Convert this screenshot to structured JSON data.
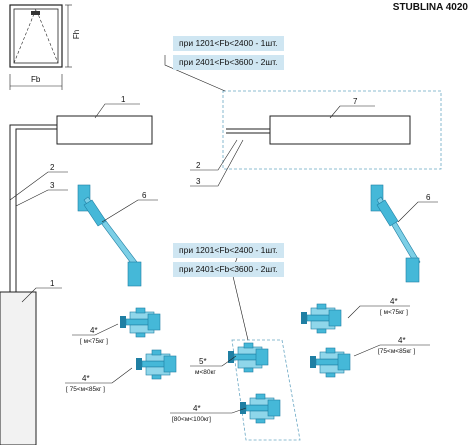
{
  "header": {
    "title": "STUBLINA 4020"
  },
  "window_sketch": {
    "width_label": "Fb",
    "height_label": "Fh"
  },
  "conditions_top": [
    "при 1201<Fb<2400 - 1шт.",
    "при 2401<Fb<3600 - 2шт."
  ],
  "conditions_mid": [
    "при 1201<Fb<2400 - 1шт.",
    "при 2401<Fb<3600 - 2шт."
  ],
  "callouts": {
    "c1_top": "1",
    "c7": "7",
    "c2_left": "2",
    "c3_left": "3",
    "c2_mid": "2",
    "c3_mid": "3",
    "c6_left": "6",
    "c6_right": "6",
    "c1_bottom": "1",
    "c4_left_a": "4*",
    "c4_left_a_range": "[ м<75кг ]",
    "c4_left_b": "4*",
    "c4_left_b_range": "[ 75<м<85кг ]",
    "c5": "5*",
    "c5_range": "м<80кг",
    "c4_center": "4*",
    "c4_center_range": "[80<м<100кг]",
    "c4_right_a": "4*",
    "c4_right_a_range": "[ м<75кг ]",
    "c4_right_b": "4*",
    "c4_right_b_range": "[75<м<85кг ]"
  },
  "colors": {
    "line": "#222222",
    "part": "#45b8d8",
    "part_dark": "#1f7fa3",
    "condition_bg": "#cfe6f2",
    "dashed_box": "#6aa7c4"
  }
}
